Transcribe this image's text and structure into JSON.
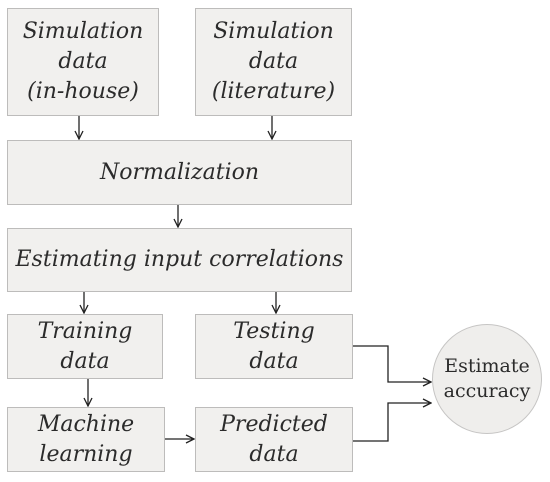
{
  "diagram": {
    "boxes": {
      "sim_inhouse": "Simulation\ndata\n(in-house)",
      "sim_literature": "Simulation\ndata\n(literature)",
      "normalization": "Normalization",
      "estimating": "Estimating input correlations",
      "training": "Training\ndata",
      "testing": "Testing\ndata",
      "machine_learning": "Machine\nlearning",
      "predicted": "Predicted\ndata"
    },
    "circle": {
      "estimate_accuracy": "Estimate\naccuracy"
    }
  },
  "colors": {
    "box_fill": "#f1f0ee",
    "box_border": "#bdbcbb",
    "arrow": "#222222"
  }
}
